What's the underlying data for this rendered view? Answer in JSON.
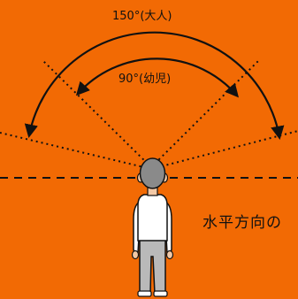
{
  "labels": {
    "adult_angle": "150°(大人)",
    "child_angle": "90°(幼児)",
    "horizontal": "水平方向の"
  },
  "colors": {
    "background": "#f26a04",
    "ink": "#111111",
    "shirt": "#ffffff",
    "pants": "#b9b9b9",
    "hair": "#8a8a8a",
    "skin": "#f3c9a6"
  },
  "icons": {
    "figure": "child-standing-back-view",
    "adult_arrow": "double-headed-arc-arrow",
    "child_arrow": "double-headed-arc-arrow"
  }
}
